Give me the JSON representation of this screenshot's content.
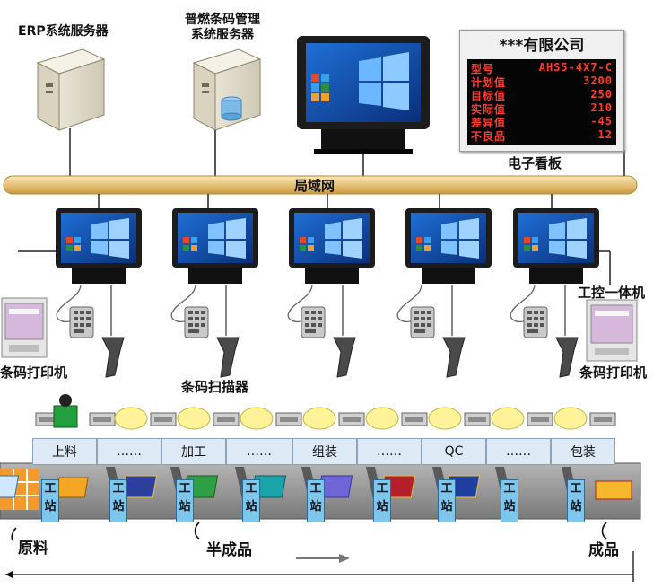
{
  "servers": {
    "erp": "ERP系统服务器",
    "barcode_line1": "普燃条码管理",
    "barcode_line2": "系统服务器"
  },
  "network_label": "局域网",
  "board": {
    "title": "***有限公司",
    "caption": "电子看板",
    "rows": [
      {
        "label": "型号",
        "value": "AHS5-4X7-C"
      },
      {
        "label": "计划值",
        "value": "3200"
      },
      {
        "label": "目标值",
        "value": "250"
      },
      {
        "label": "实际值",
        "value": "210"
      },
      {
        "label": "差异值",
        "value": "-45"
      },
      {
        "label": "不良品",
        "value": "12"
      }
    ]
  },
  "labels": {
    "ipc": "工控一体机",
    "printer_left": "条码打印机",
    "printer_right": "条码打印机",
    "scanner": "条码扫描器",
    "raw": "原料",
    "semi": "半成品",
    "finished": "成品"
  },
  "processes": [
    "上料",
    "……",
    "加工",
    "……",
    "组装",
    "……",
    "QC",
    "……",
    "包装"
  ],
  "station_text": "工\n站",
  "colors": {
    "accent_station": "#7fc6ec",
    "network_bar": "#f3d68a",
    "led_text": "#ff3b2b"
  }
}
